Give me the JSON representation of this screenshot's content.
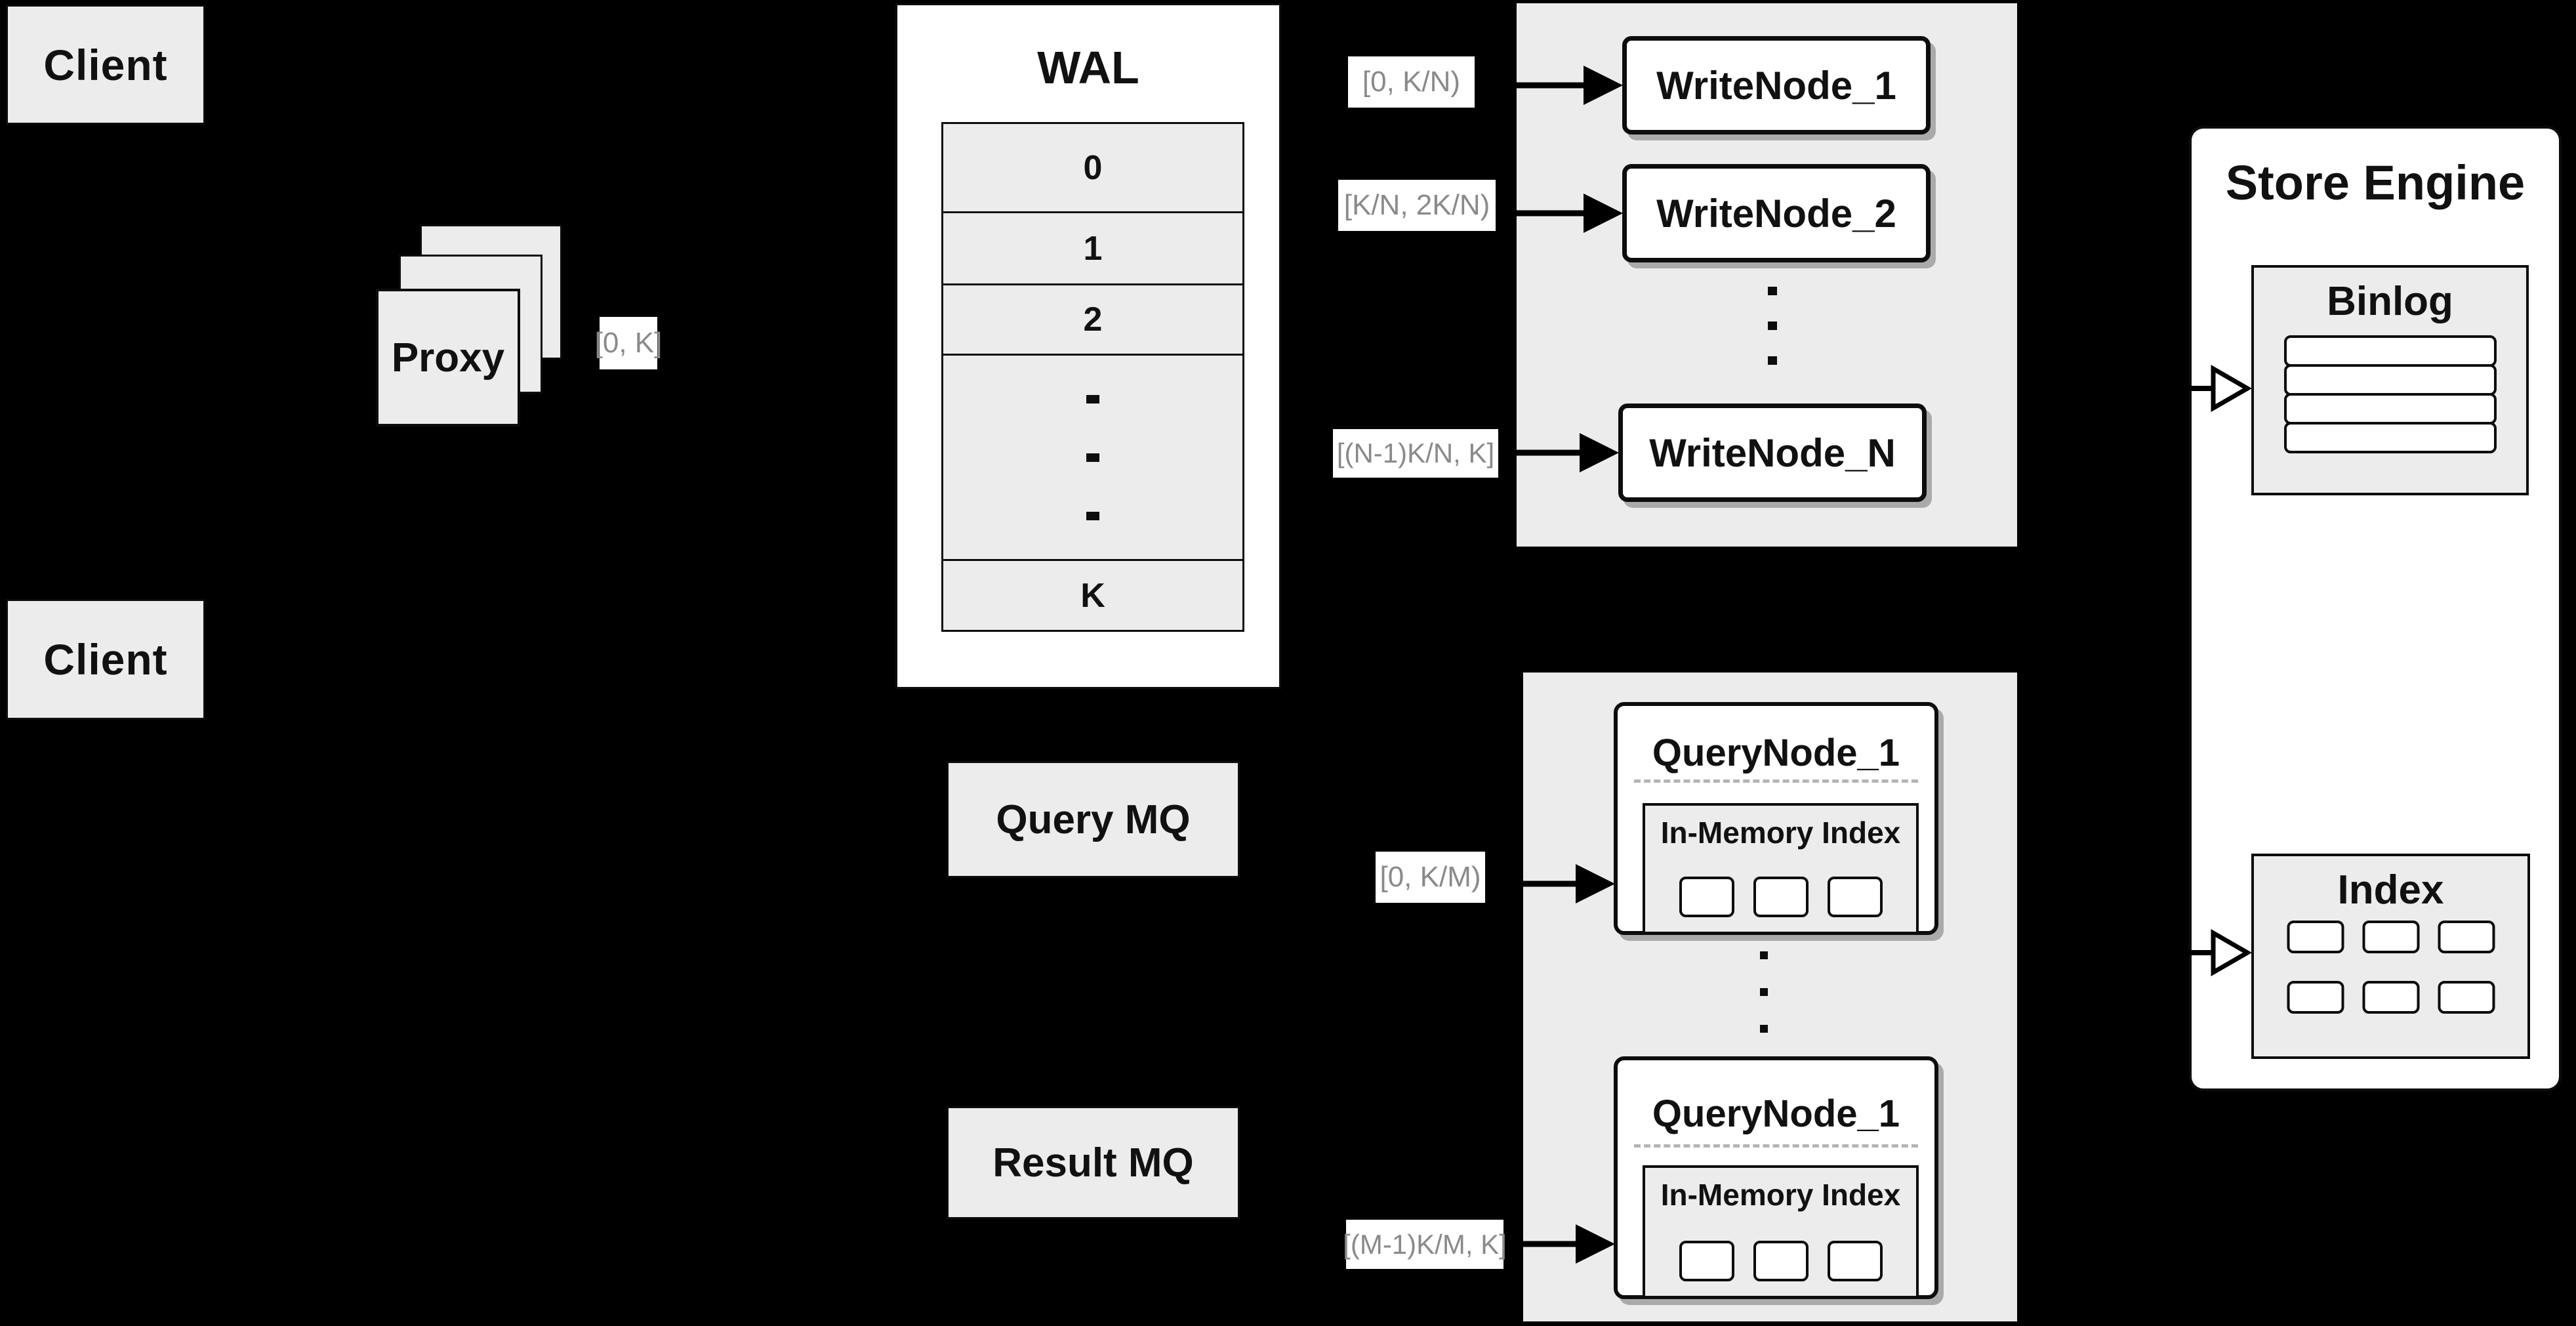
{
  "colors": {
    "background": "#000000",
    "panel_gray": "#ececec",
    "box_white": "#ffffff",
    "border_black": "#0d0d0d",
    "range_label_text": "#8a8a8a",
    "dashed_separator": "#b5b5b5"
  },
  "clients": [
    {
      "label": "Client"
    },
    {
      "label": "Client"
    }
  ],
  "proxy": {
    "label": "Proxy",
    "range": "[0, K]"
  },
  "wal": {
    "title": "WAL",
    "rows": [
      "0",
      "1",
      "2",
      "K"
    ]
  },
  "write_nodes": {
    "nodes": [
      {
        "label": "WriteNode_1",
        "range": "[0,  K/N)"
      },
      {
        "label": "WriteNode_2",
        "range": "[K/N, 2K/N)"
      },
      {
        "label": "WriteNode_N",
        "range": "[(N-1)K/N,  K]"
      }
    ]
  },
  "message_queues": {
    "query": "Query MQ",
    "result": "Result MQ"
  },
  "query_nodes": {
    "nodes": [
      {
        "label": "QueryNode_1",
        "memory": "In-Memory Index",
        "range": "[0, K/M)"
      },
      {
        "label": "QueryNode_1",
        "memory": "In-Memory Index",
        "range": "[(M-1)K/M, K]"
      }
    ]
  },
  "store_engine": {
    "title": "Store Engine",
    "binlog": "Binlog",
    "index": "Index"
  }
}
